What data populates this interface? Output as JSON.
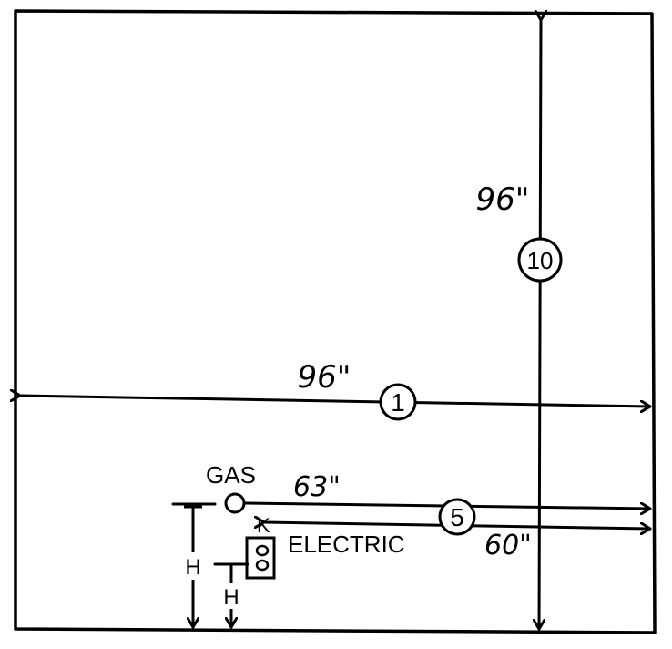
{
  "diagram": {
    "wall_width": {
      "dimension": "96\"",
      "callout": "1"
    },
    "wall_height": {
      "dimension": "96\"",
      "callout": "10"
    },
    "gas_line": {
      "label": "GAS",
      "dimension": "63\"",
      "callout": "5"
    },
    "electric_line": {
      "label": "ELECTRIC",
      "dimension": "60\""
    },
    "height_markers": {
      "gas_height": "H",
      "outlet_height": "H"
    },
    "outlet_marker": "K",
    "colors": {
      "ink": "#000000",
      "background": "#ffffff"
    }
  }
}
